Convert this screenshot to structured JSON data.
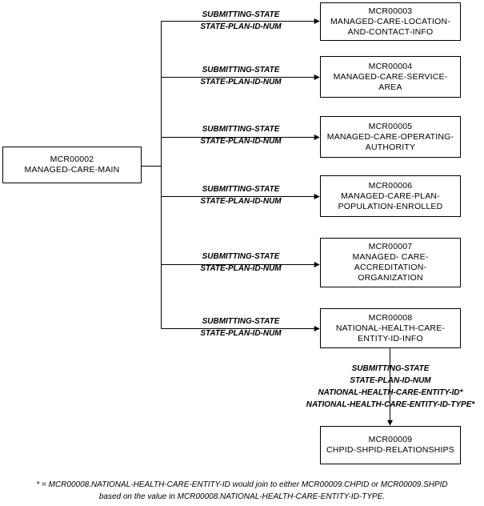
{
  "main": {
    "code": "MCR00002",
    "name": "MANAGED-CARE-MAIN"
  },
  "children": [
    {
      "code": "MCR00003",
      "lines": [
        "MANAGED-CARE-LOCATION-",
        "AND-CONTACT-INFO"
      ]
    },
    {
      "code": "MCR00004",
      "lines": [
        "MANAGED-CARE-SERVICE-",
        "AREA"
      ]
    },
    {
      "code": "MCR00005",
      "lines": [
        "MANAGED-CARE-OPERATING-",
        "AUTHORITY"
      ]
    },
    {
      "code": "MCR00006",
      "lines": [
        "MANAGED-CARE-PLAN-",
        "POPULATION-ENROLLED"
      ]
    },
    {
      "code": "MCR00007",
      "lines": [
        "MANAGED- CARE-",
        "ACCREDITATION-",
        "ORGANIZATION"
      ]
    },
    {
      "code": "MCR00008",
      "lines": [
        "NATIONAL-HEALTH-CARE-",
        "ENTITY-ID-INFO"
      ]
    }
  ],
  "edge_key": {
    "line1": "SUBMITTING-STATE",
    "line2": "STATE-PLAN-ID-NUM"
  },
  "grandchild": {
    "code": "MCR00009",
    "name": "CHPID-SHPID-RELATIONSHIPS",
    "key_lines": [
      "SUBMITTING-STATE",
      "STATE-PLAN-ID-NUM",
      "NATIONAL-HEALTH-CARE-ENTITY-ID*",
      "NATIONAL-HEALTH-CARE-ENTITY-ID-TYPE*"
    ]
  },
  "footnote": {
    "line1": "* = MCR00008.NATIONAL-HEALTH-CARE-ENTITY-ID would join to either MCR00009.CHPID or MCR00009.SHPID",
    "line2": "based on the value in MCR00008.NATIONAL-HEALTH-CARE-ENTITY-ID-TYPE."
  }
}
